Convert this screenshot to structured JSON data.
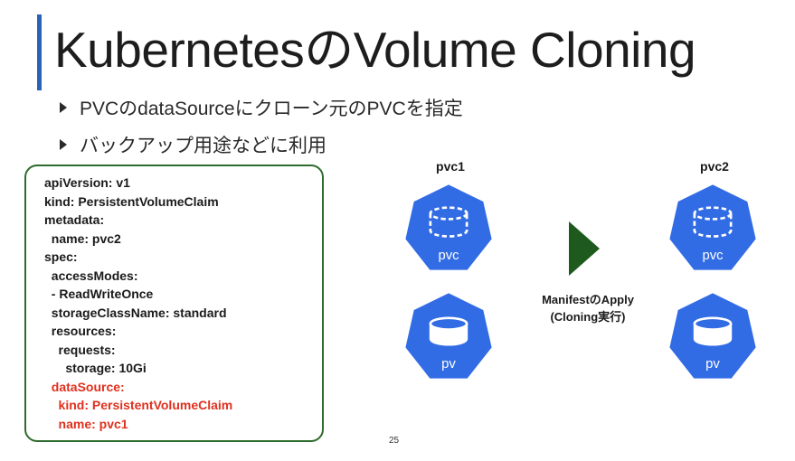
{
  "title": "KubernetesのVolume Cloning",
  "bullets": [
    "PVCのdataSourceにクローン元のPVCを指定",
    "バックアップ用途などに利用"
  ],
  "code": {
    "lines": [
      "apiVersion: v1",
      "kind: PersistentVolumeClaim",
      "metadata:",
      "  name: pvc2",
      "spec:",
      "  accessModes:",
      "  - ReadWriteOnce",
      "  storageClassName: standard",
      "  resources:",
      "    requests:",
      "      storage: 10Gi",
      "  dataSource:",
      "    kind: PersistentVolumeClaim",
      "    name: pvc1"
    ],
    "highlight_color": "#e0301e"
  },
  "diagram": {
    "left_label": "pvc1",
    "right_label": "pvc2",
    "pvc_icon_text": "pvc",
    "pv_icon_text": "pv",
    "caption_line1": "ManifestのApply",
    "caption_line2": "(Cloning実行)",
    "icon_color": "#326ce5",
    "arrow_color": "#1e5a1e"
  },
  "page_number": "25"
}
